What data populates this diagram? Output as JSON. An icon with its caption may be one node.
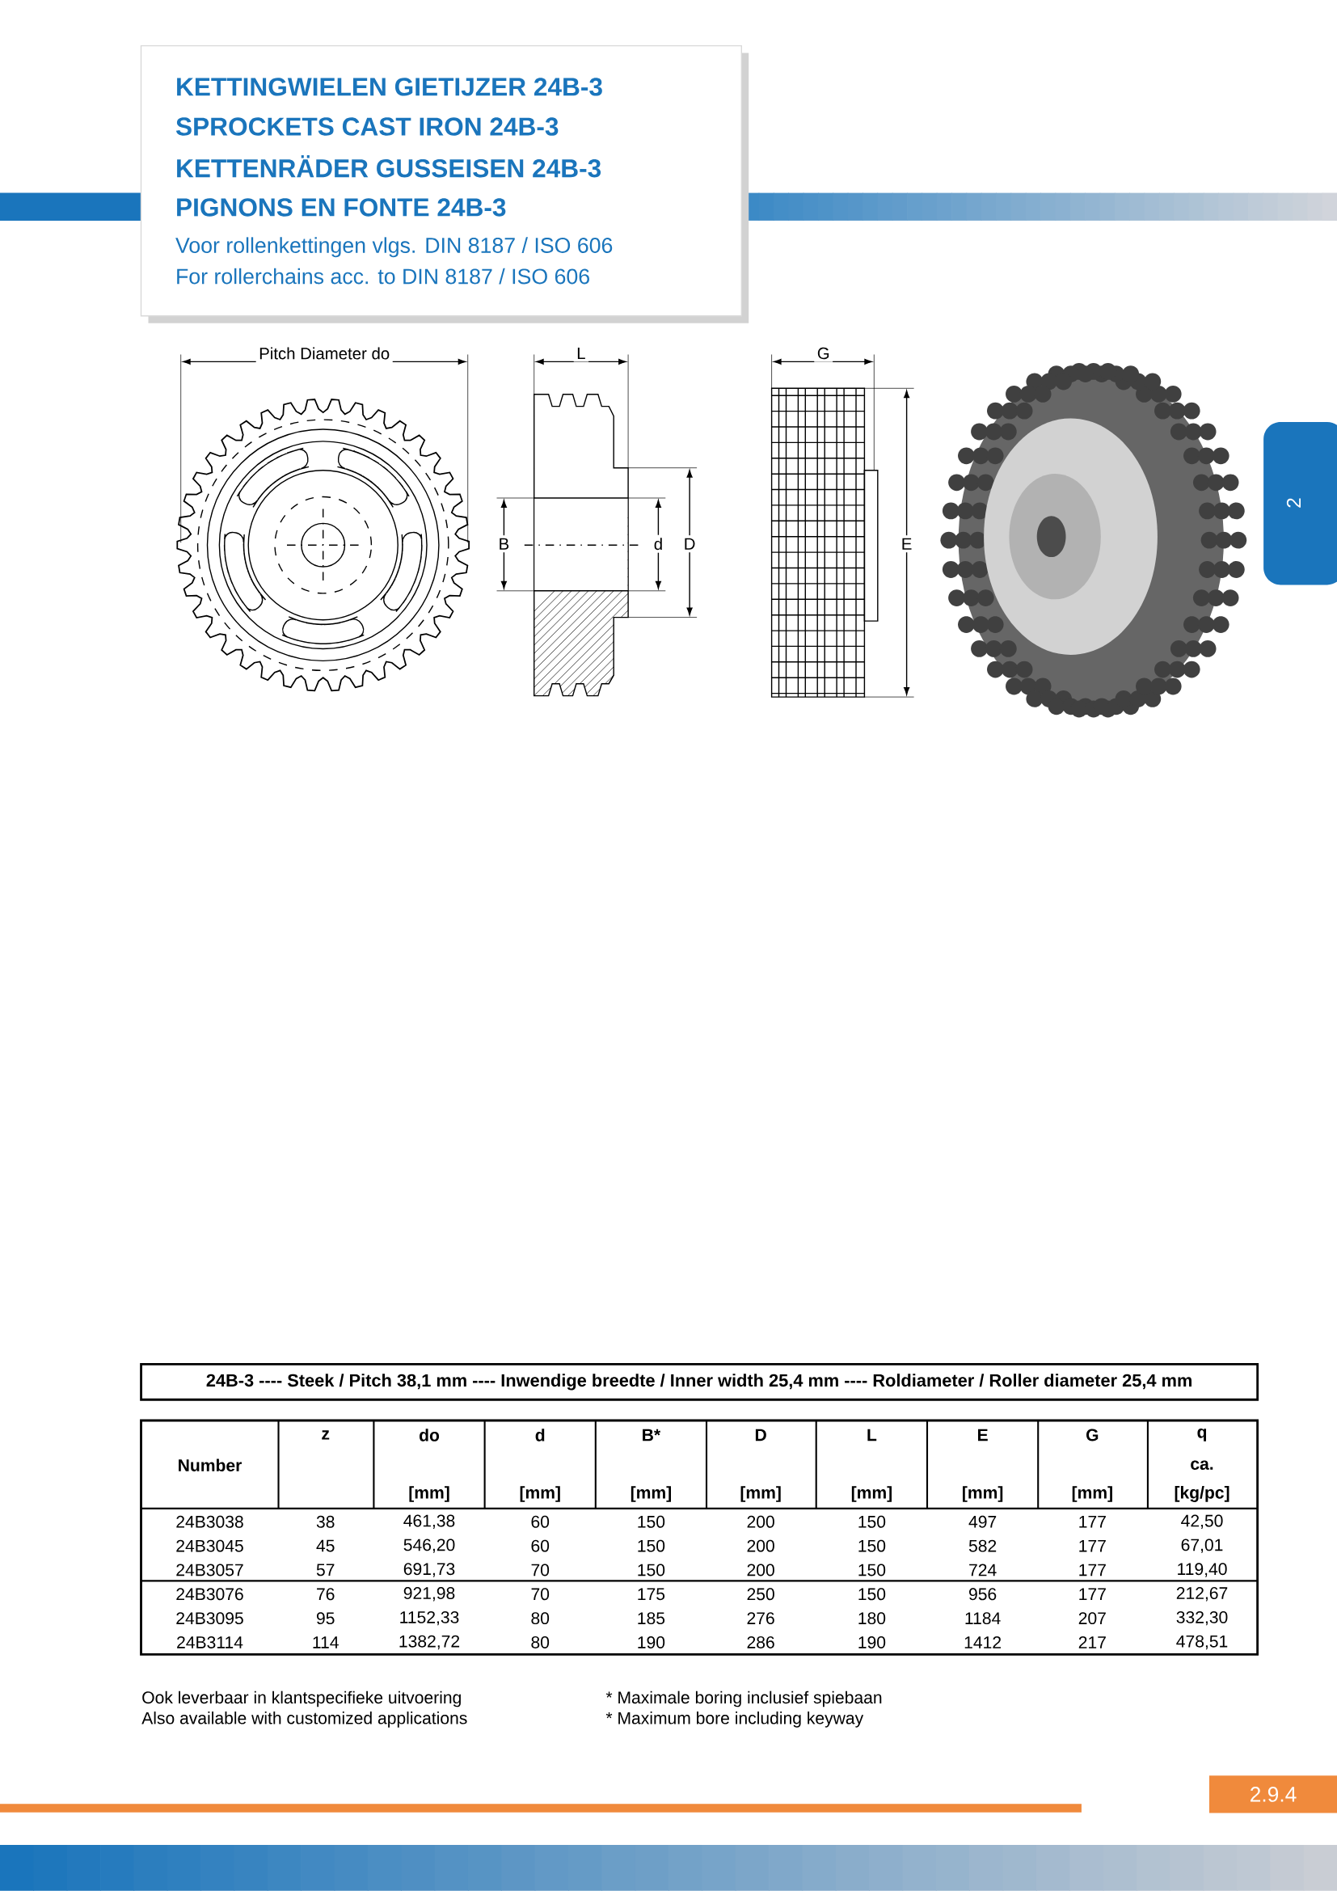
{
  "diagram": {
    "nodes": [
      {
        "text": [
          "KETTINGWIELEN GIETIJZER 24B-3",
          "SPROCKETS CAST IRON 24B-3",
          "KETTENRÄDER GUSSEISEN 24B-3",
          "PIGNONS EN FONTE 24B-3",
          "Voor rollenkettingen vlgs. DIN 8187 / ISO 606",
          "For rollerchains acc. to DIN 8187 / ISO 606"
        ]
      },
      {
        "text": [
          "2"
        ]
      },
      {
        "text": [
          "24B-3 ---- Steek / Pitch 38,1 mm ---- Inwendige breedte / Inner width 25,4 mm ---- Roldiameter / Roller diameter 25,4 mm"
        ]
      },
      {
        "text": [
          "2.9.4"
        ]
      }
    ],
    "edges": [],
    "labels": [
      "Pitch Diameter do",
      "L",
      "G",
      "B",
      "d",
      "D",
      "E",
      "z",
      "do",
      "d",
      "B*",
      "D",
      "L",
      "E",
      "G",
      "q",
      "Number",
      "ca.",
      "[mm]",
      "[mm]",
      "[mm]",
      "[mm]",
      "[mm]",
      "[mm]",
      "[mm]",
      "[kg/pc]",
      "24B3038",
      "38",
      "461,38",
      "60",
      "150",
      "200",
      "150",
      "497",
      "177",
      "42,50",
      "24B3045",
      "45",
      "546,20",
      "60",
      "150",
      "200",
      "150",
      "582",
      "177",
      "67,01",
      "24B3057",
      "57",
      "691,73",
      "70",
      "150",
      "200",
      "150",
      "724",
      "177",
      "119,40",
      "24B3076",
      "76",
      "921,98",
      "70",
      "175",
      "250",
      "150",
      "956",
      "177",
      "212,67",
      "24B3095",
      "95",
      "1152,33",
      "80",
      "185",
      "276",
      "180",
      "1184",
      "207",
      "332,30",
      "24B3114",
      "114",
      "1382,72",
      "80",
      "190",
      "286",
      "190",
      "1412",
      "217",
      "478,51",
      "Ook leverbaar in klantspecifieke uitvoering",
      "Also available with customized applications",
      "* Maximale boring inclusief spiebaan",
      "* Maximum bore including keyway"
    ]
  }
}
